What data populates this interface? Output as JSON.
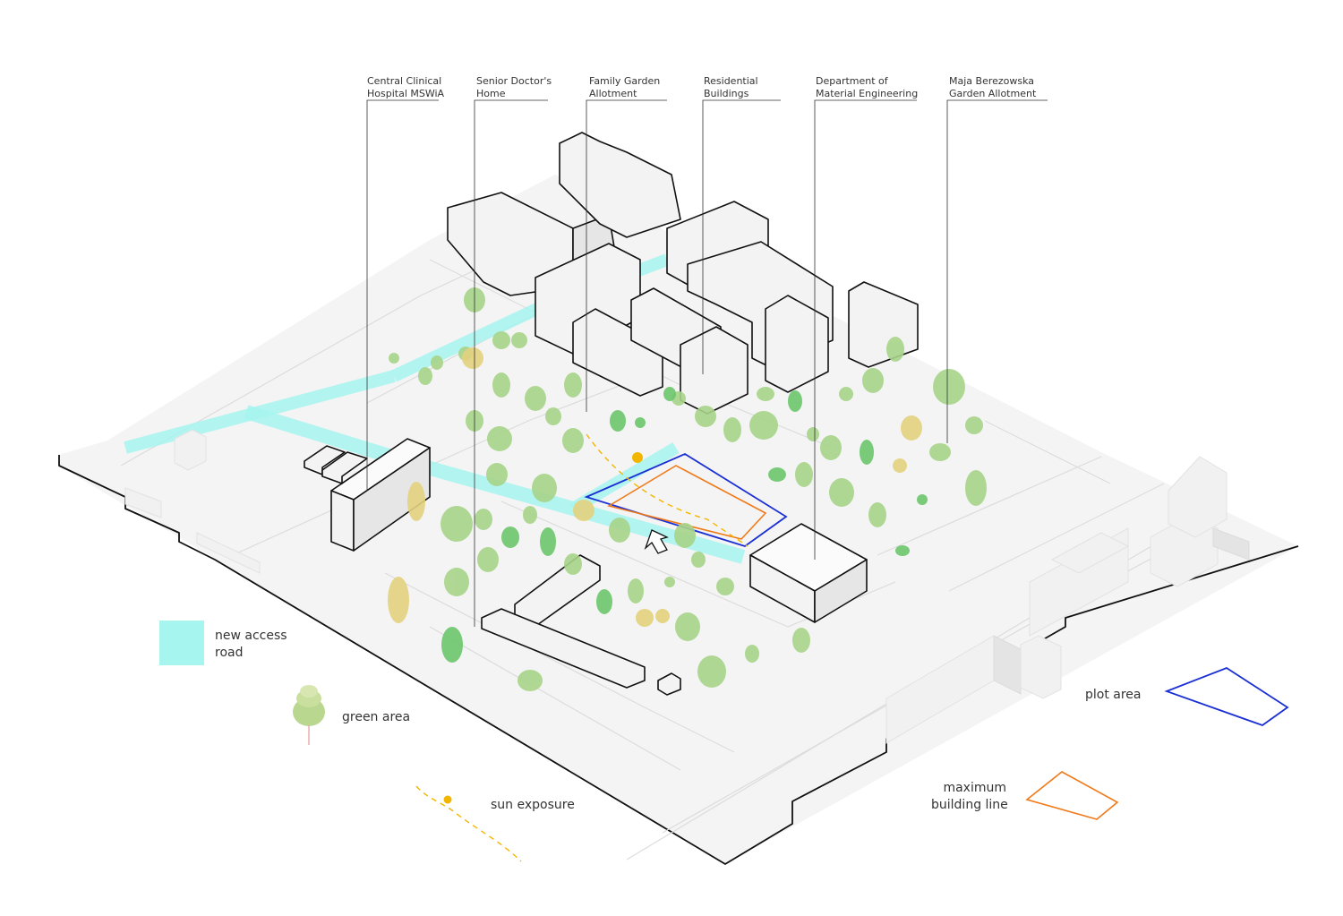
{
  "callouts": [
    {
      "id": "central-clinical-hospital",
      "line1": "Central Clinical",
      "line2": "Hospital MSWiA"
    },
    {
      "id": "senior-doctors-home",
      "line1": "Senior Doctor's",
      "line2": "Home"
    },
    {
      "id": "family-garden-allotment",
      "line1": "Family Garden",
      "line2": "Allotment"
    },
    {
      "id": "residential-buildings",
      "line1": "Residential",
      "line2": "Buildings"
    },
    {
      "id": "department-material-engineering",
      "line1": "Department of",
      "line2": "Material Engineering"
    },
    {
      "id": "maja-berezowska-allotment",
      "line1": "Maja Berezowska",
      "line2": "Garden Allotment"
    }
  ],
  "legend": {
    "access_road": {
      "line1": "new access",
      "line2": "road",
      "color": "#a6f5ee"
    },
    "green_area": {
      "label": "green area",
      "color": "#a8d48a"
    },
    "sun_exposure": {
      "label": "sun exposure",
      "color": "#f2b600"
    },
    "plot_area": {
      "label": "plot area",
      "color": "#1a2fd4"
    },
    "max_building_line": {
      "line1": "maximum",
      "line2": "building line",
      "color": "#f07a1a"
    }
  }
}
